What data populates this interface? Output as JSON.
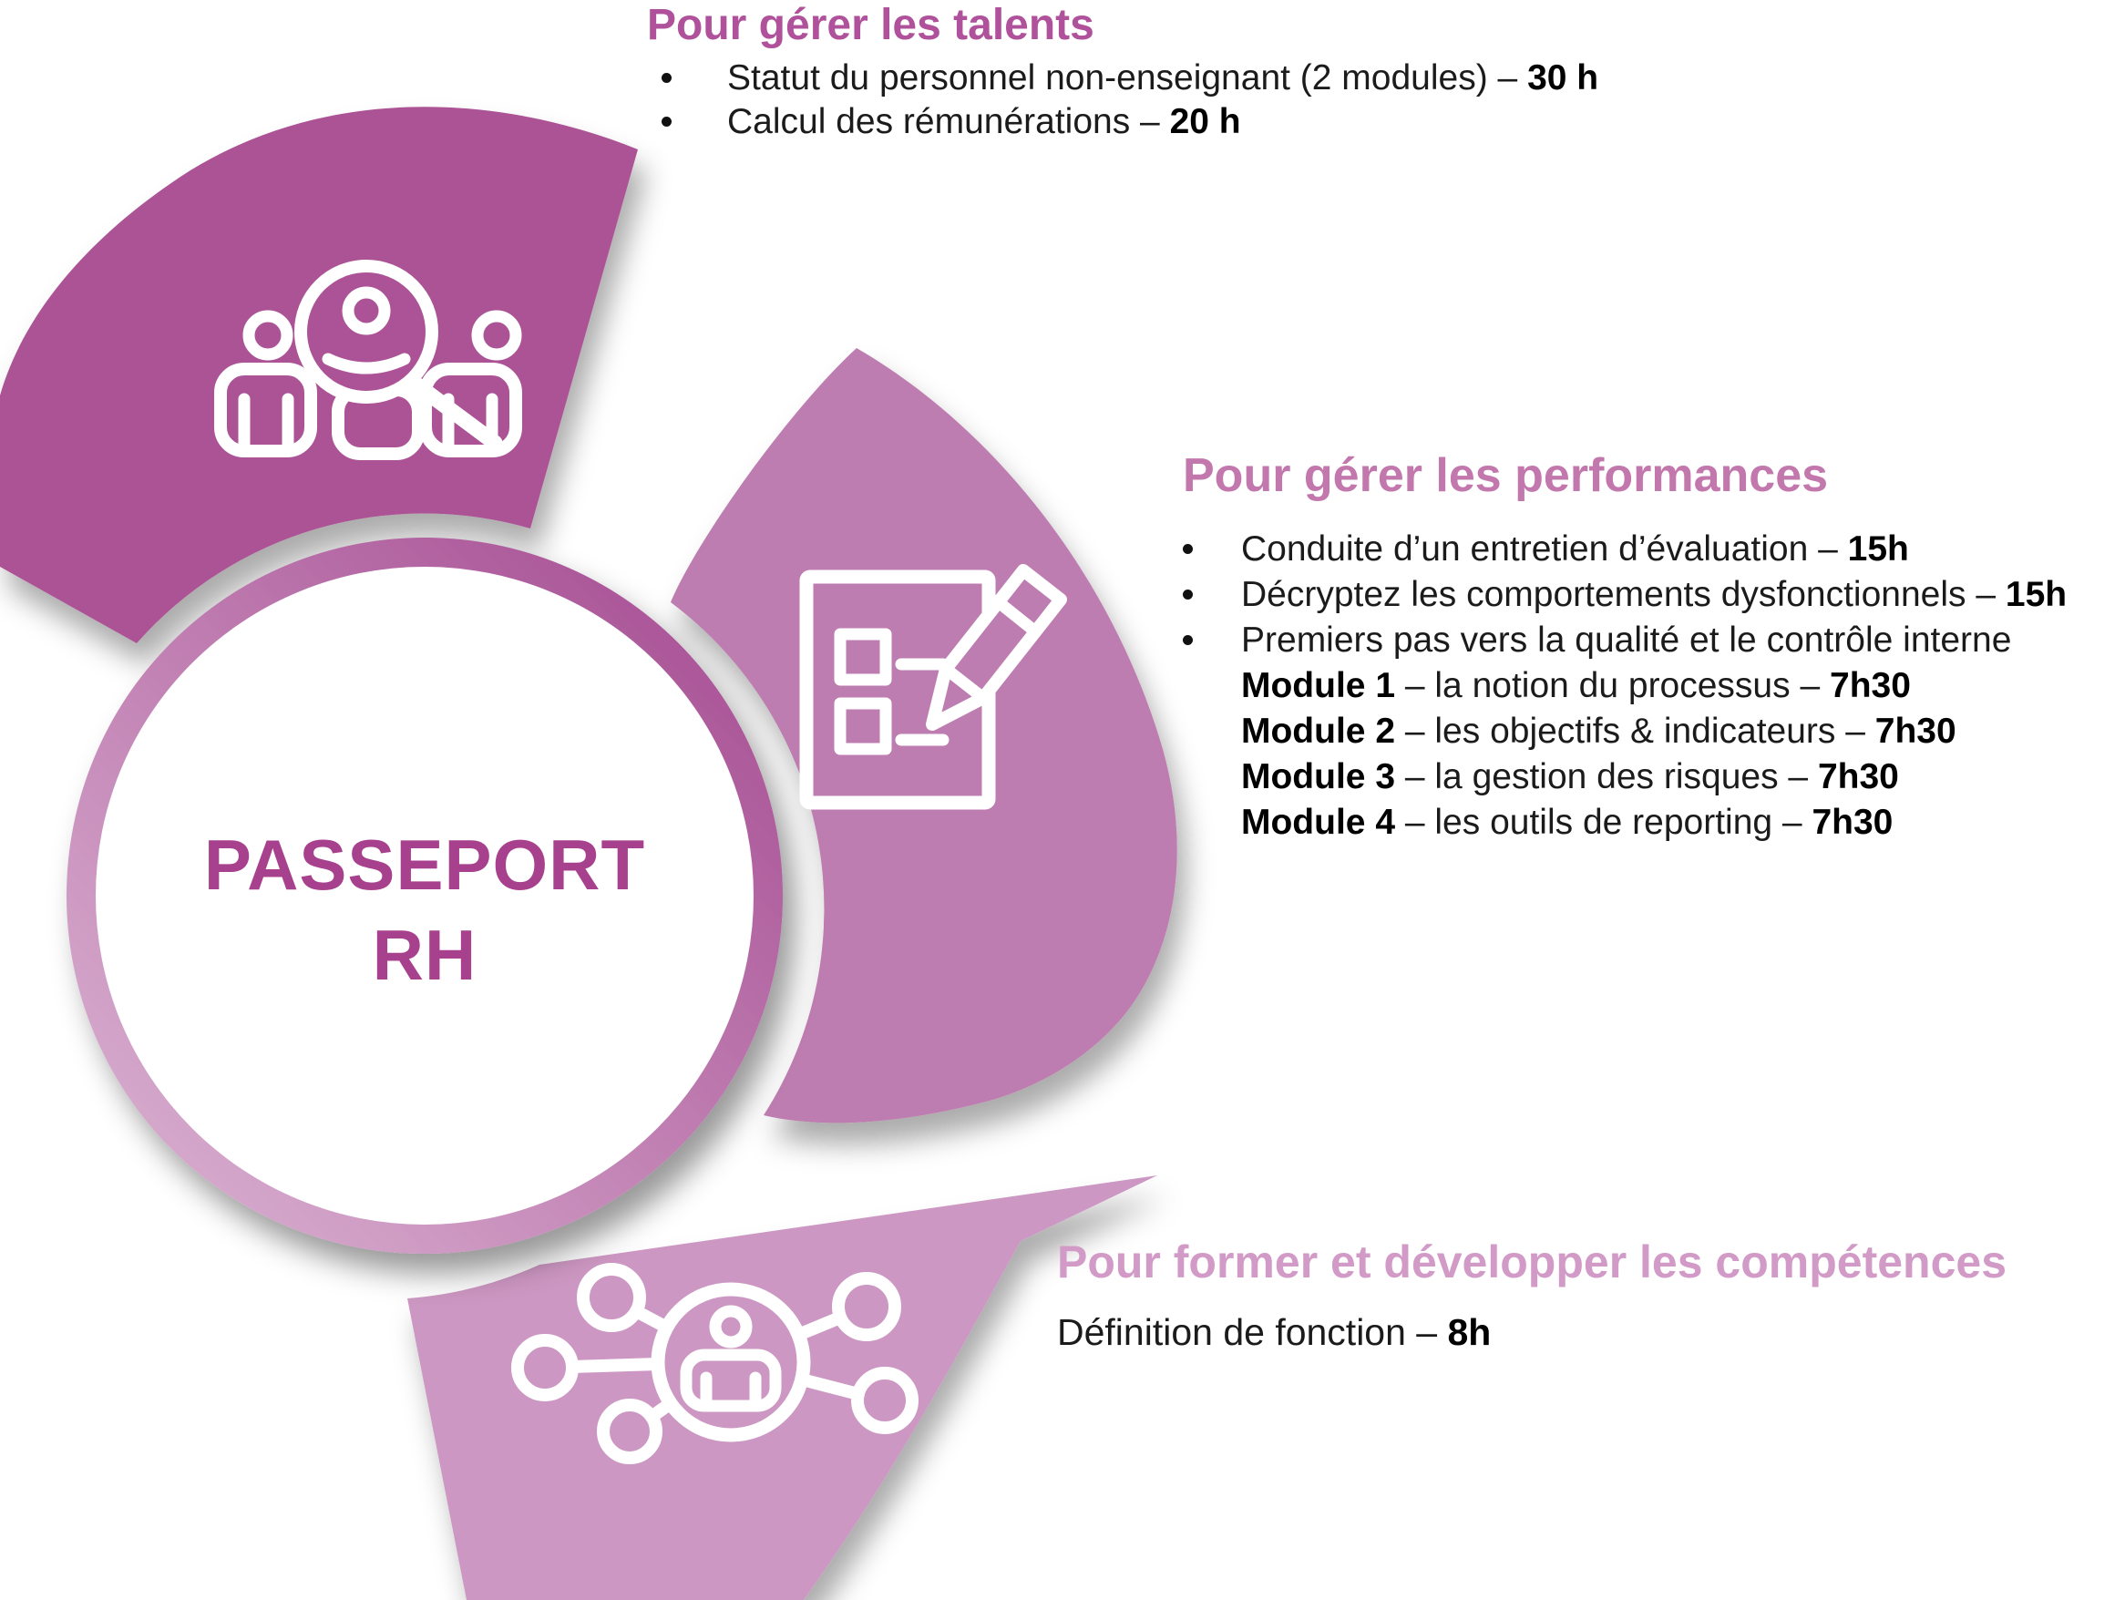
{
  "colors": {
    "petal_talents": "#AC5296",
    "petal_performances": "#BE7DB0",
    "petal_competences": "#CC97C2",
    "title_talents": "#B0519B",
    "title_performances": "#C277AD",
    "title_competences": "#D29AC6",
    "center_text": "#A8418D",
    "ring_gradient_dark": "#A3478F",
    "ring_gradient_light": "#DDB7D5",
    "body_text": "#1B1B1B",
    "icon_stroke": "#FFFFFF"
  },
  "center": {
    "line1": "PASSEPORT",
    "line2": "RH"
  },
  "sections": {
    "talents": {
      "title": "Pour gérer les talents",
      "items": [
        {
          "bullet": true,
          "parts": [
            {
              "text": "Statut du personnel non-enseignant (2 modules) – "
            },
            {
              "text": "30 h",
              "bold": true
            }
          ]
        },
        {
          "bullet": true,
          "parts": [
            {
              "text": "Calcul des rémunérations – "
            },
            {
              "text": "20 h",
              "bold": true
            }
          ]
        }
      ]
    },
    "performances": {
      "title": "Pour gérer les performances",
      "items": [
        {
          "bullet": true,
          "parts": [
            {
              "text": "Conduite d’un entretien d’évaluation – "
            },
            {
              "text": "15h",
              "bold": true
            }
          ]
        },
        {
          "bullet": true,
          "parts": [
            {
              "text": "Décryptez les comportements dysfonctionnels – "
            },
            {
              "text": "15h",
              "bold": true
            }
          ]
        },
        {
          "bullet": true,
          "parts": [
            {
              "text": "Premiers pas vers la qualité et le contrôle interne"
            }
          ]
        },
        {
          "bullet": false,
          "parts": [
            {
              "text": "Module 1",
              "bold": true
            },
            {
              "text": " – la notion du processus – "
            },
            {
              "text": "7h30",
              "bold": true
            }
          ]
        },
        {
          "bullet": false,
          "parts": [
            {
              "text": "Module 2",
              "bold": true
            },
            {
              "text": " – les objectifs & indicateurs – "
            },
            {
              "text": "7h30",
              "bold": true
            }
          ]
        },
        {
          "bullet": false,
          "parts": [
            {
              "text": "Module 3",
              "bold": true
            },
            {
              "text": " – la gestion des risques – "
            },
            {
              "text": "7h30",
              "bold": true
            }
          ]
        },
        {
          "bullet": false,
          "parts": [
            {
              "text": "Module 4",
              "bold": true
            },
            {
              "text": " – les outils de reporting – "
            },
            {
              "text": "7h30",
              "bold": true
            }
          ]
        }
      ]
    },
    "competences": {
      "title": "Pour former et développer les compétences",
      "items": [
        {
          "bullet": false,
          "parts": [
            {
              "text": "Définition de fonction – "
            },
            {
              "text": "8h",
              "bold": true
            }
          ]
        }
      ]
    }
  }
}
